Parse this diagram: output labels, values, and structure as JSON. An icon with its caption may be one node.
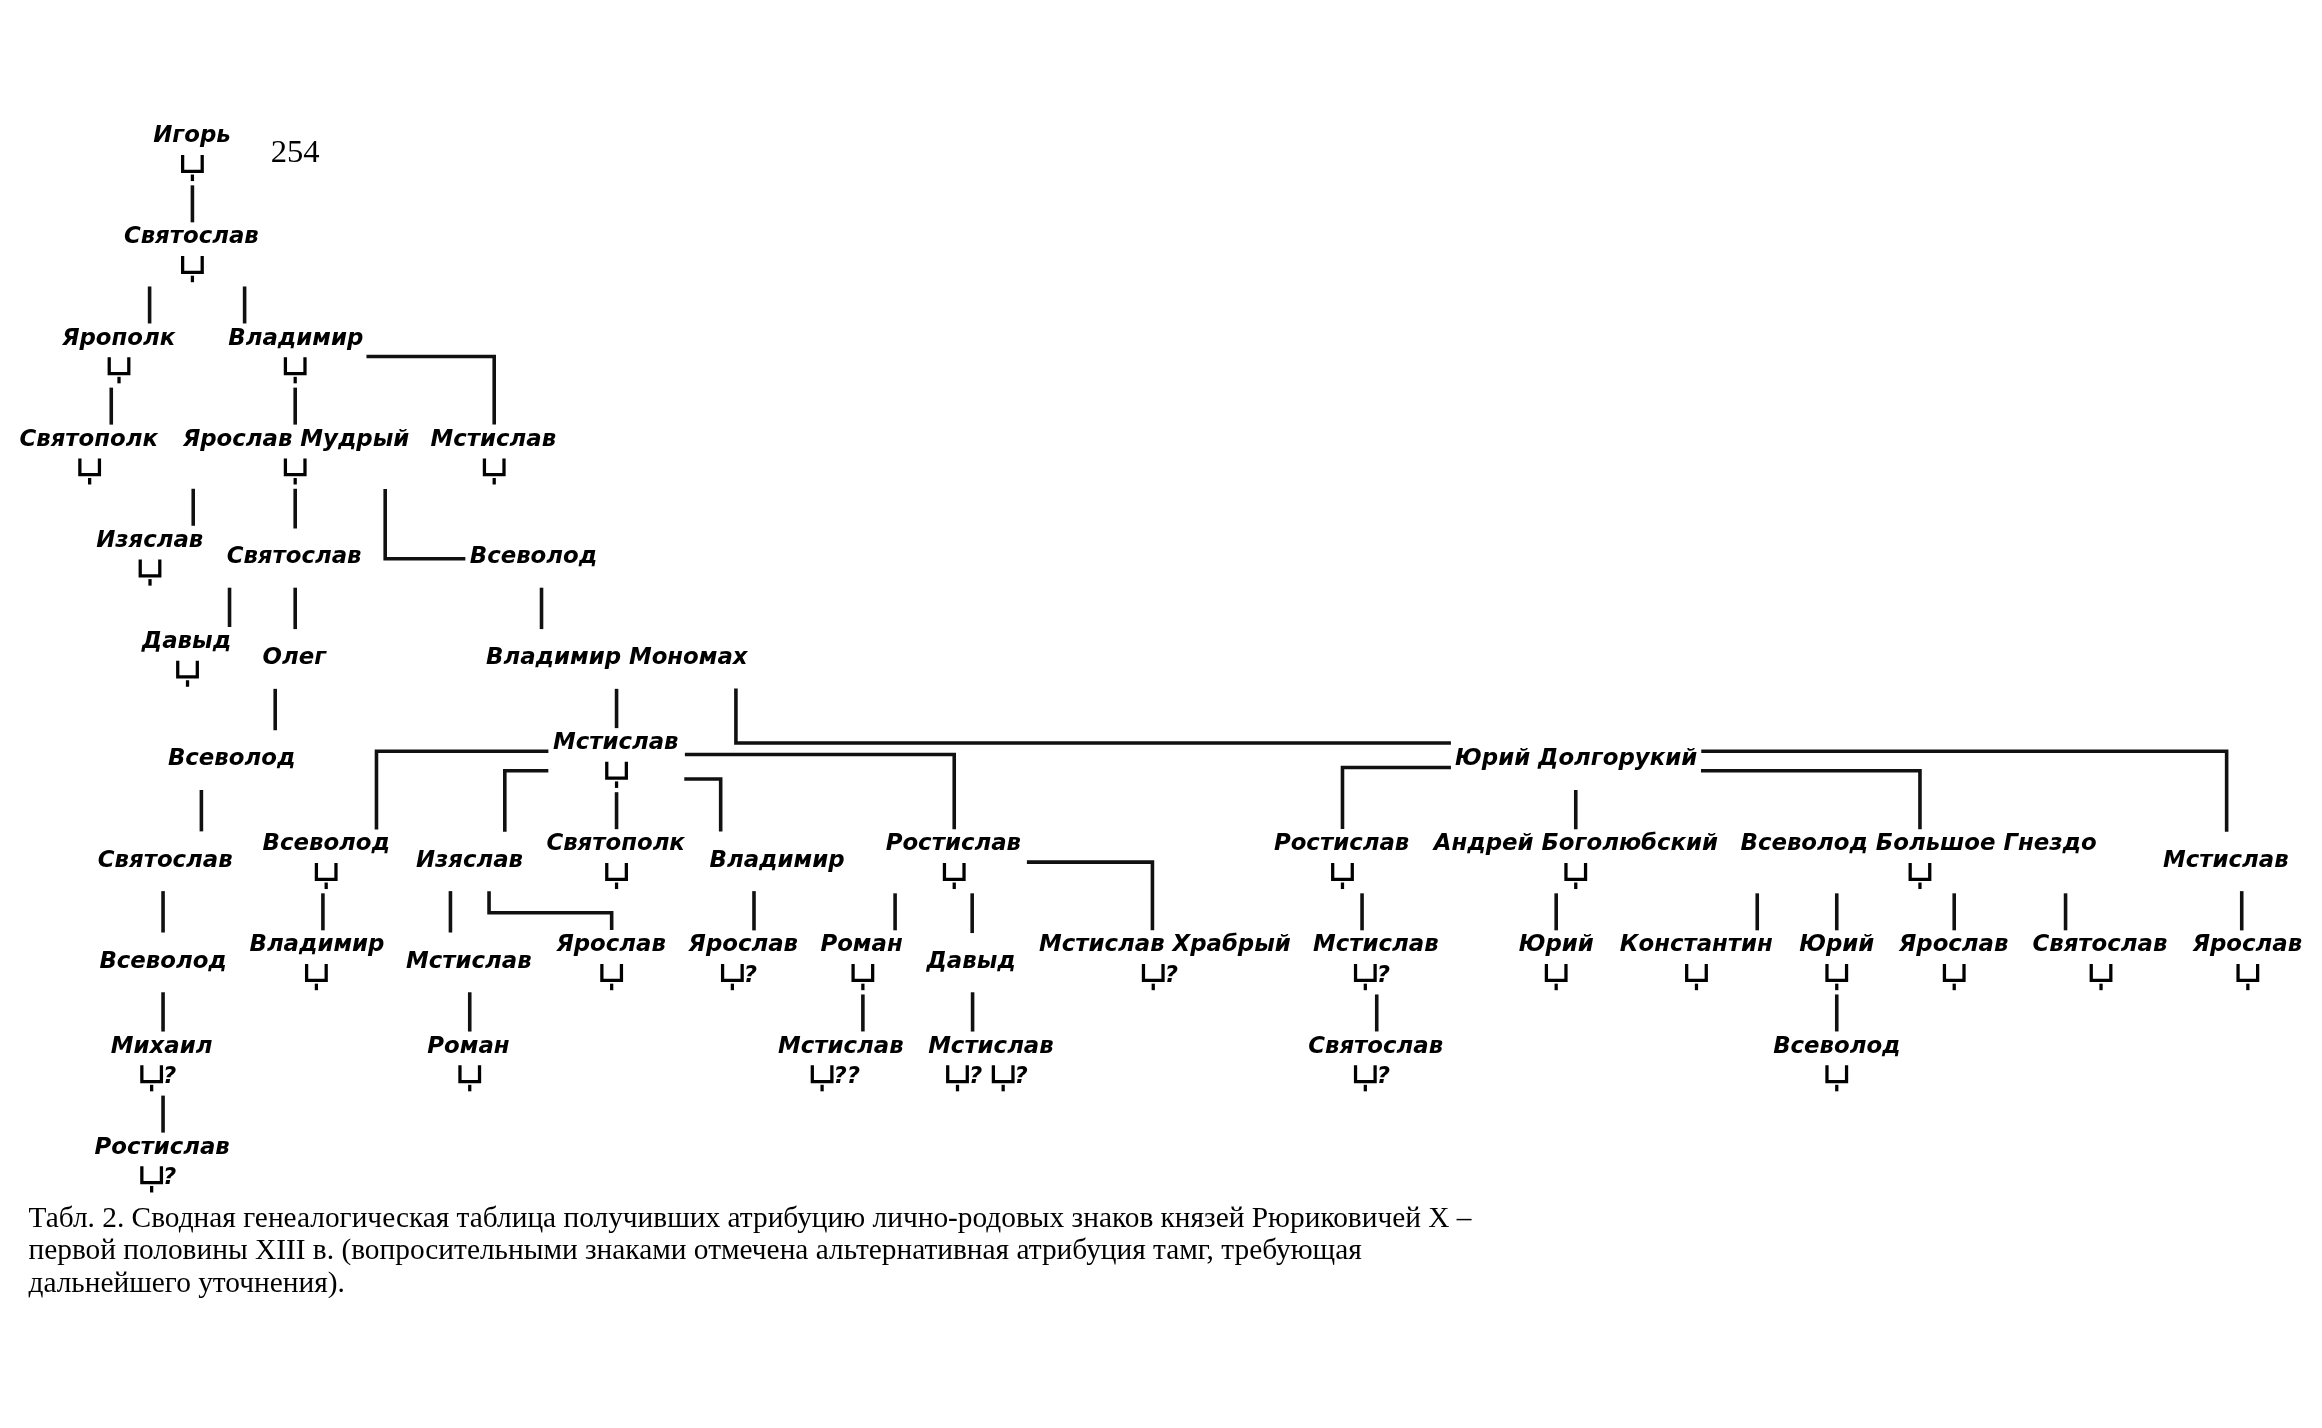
{
  "diagram": {
    "caption": "Табл. 2. Сводная генеалогическая таблица получивших атрибуцию лично-родовых знаков князей Рюриковичей X – первой половины XIII в. (вопросительными знаками отмечена альтернативная атрибуция тамг, требующая дальнейшего уточнения).",
    "nodes": [
      {
        "text": [
          "Игорь"
        ]
      },
      {
        "text": [
          "Святослав"
        ]
      },
      {
        "text": [
          "Ярополк"
        ]
      },
      {
        "text": [
          "Владимир"
        ]
      },
      {
        "text": [
          "Святополк"
        ]
      },
      {
        "text": [
          "Ярослав Мудрый"
        ]
      },
      {
        "text": [
          "Мстислав"
        ]
      },
      {
        "text": [
          "Изяслав"
        ]
      },
      {
        "text": [
          "Святослав"
        ]
      },
      {
        "text": [
          "Всеволод"
        ]
      },
      {
        "text": [
          "Давыд"
        ]
      },
      {
        "text": [
          "Олег"
        ]
      },
      {
        "text": [
          "Владимир Мономах"
        ]
      },
      {
        "text": [
          "Всеволод"
        ]
      },
      {
        "text": [
          "Мстислав"
        ]
      },
      {
        "text": [
          "Юрий Долгорукий"
        ]
      },
      {
        "text": [
          "Ростислав"
        ]
      },
      {
        "text": [
          "Андрей Боголюбский"
        ]
      },
      {
        "text": [
          "Всеволод Большое Гнездо"
        ]
      },
      {
        "text": [
          "Мстислав"
        ]
      },
      {
        "text": [
          "Святослав"
        ]
      },
      {
        "text": [
          "Всеволод"
        ]
      },
      {
        "text": [
          "Изяслав"
        ]
      },
      {
        "text": [
          "Святополк"
        ]
      },
      {
        "text": [
          "Владимир"
        ]
      },
      {
        "text": [
          "Ростислав"
        ]
      },
      {
        "text": [
          "Мстислав",
          "?"
        ]
      },
      {
        "text": [
          "Юрий"
        ]
      },
      {
        "text": [
          "Константин"
        ]
      },
      {
        "text": [
          "Юрий"
        ]
      },
      {
        "text": [
          "Ярослав"
        ]
      },
      {
        "text": [
          "Святослав"
        ]
      },
      {
        "text": [
          "Ярослав"
        ]
      },
      {
        "text": [
          "Всеволод"
        ]
      },
      {
        "text": [
          "Владимир"
        ]
      },
      {
        "text": [
          "Мстислав"
        ]
      },
      {
        "text": [
          "Ярослав"
        ]
      },
      {
        "text": [
          "Ярослав",
          "?"
        ]
      },
      {
        "text": [
          "Роман"
        ]
      },
      {
        "text": [
          "Давыд"
        ]
      },
      {
        "text": [
          "Мстислав Храбрый",
          "?"
        ]
      },
      {
        "text": [
          "Святослав",
          "?"
        ]
      },
      {
        "text": [
          "Всеволод"
        ]
      },
      {
        "text": [
          "Михаил",
          "?"
        ]
      },
      {
        "text": [
          "Роман"
        ]
      },
      {
        "text": [
          "Мстислав",
          "??"
        ]
      },
      {
        "text": [
          "Мстислав",
          "?",
          "?"
        ]
      },
      {
        "text": [
          "Ростислав",
          "?"
        ]
      }
    ],
    "edges": [
      {
        "from": 0,
        "to": 1,
        "arrow": "none"
      },
      {
        "from": 1,
        "to": 2,
        "arrow": "none"
      },
      {
        "from": 1,
        "to": 3,
        "arrow": "none"
      },
      {
        "from": 2,
        "to": 4,
        "arrow": "none"
      },
      {
        "from": 3,
        "to": 5,
        "arrow": "none"
      },
      {
        "from": 3,
        "to": 6,
        "arrow": "none"
      },
      {
        "from": 5,
        "to": 7,
        "arrow": "none"
      },
      {
        "from": 5,
        "to": 8,
        "arrow": "none"
      },
      {
        "from": 5,
        "to": 9,
        "arrow": "none"
      },
      {
        "from": 8,
        "to": 10,
        "arrow": "none"
      },
      {
        "from": 8,
        "to": 11,
        "arrow": "none"
      },
      {
        "from": 9,
        "to": 12,
        "arrow": "none"
      },
      {
        "from": 11,
        "to": 13,
        "arrow": "none"
      },
      {
        "from": 12,
        "to": 14,
        "arrow": "none"
      },
      {
        "from": 12,
        "to": 15,
        "arrow": "none"
      },
      {
        "from": 13,
        "to": 20,
        "arrow": "none"
      },
      {
        "from": 14,
        "to": 21,
        "arrow": "none"
      },
      {
        "from": 14,
        "to": 22,
        "arrow": "none"
      },
      {
        "from": 14,
        "to": 23,
        "arrow": "none"
      },
      {
        "from": 14,
        "to": 24,
        "arrow": "none"
      },
      {
        "from": 14,
        "to": 25,
        "arrow": "none"
      },
      {
        "from": 15,
        "to": 16,
        "arrow": "none"
      },
      {
        "from": 15,
        "to": 17,
        "arrow": "none"
      },
      {
        "from": 15,
        "to": 18,
        "arrow": "none"
      },
      {
        "from": 15,
        "to": 19,
        "arrow": "none"
      },
      {
        "from": 16,
        "to": 26,
        "arrow": "none"
      },
      {
        "from": 17,
        "to": 27,
        "arrow": "none"
      },
      {
        "from": 18,
        "to": 28,
        "arrow": "none"
      },
      {
        "from": 18,
        "to": 29,
        "arrow": "none"
      },
      {
        "from": 18,
        "to": 30,
        "arrow": "none"
      },
      {
        "from": 18,
        "to": 31,
        "arrow": "none"
      },
      {
        "from": 19,
        "to": 32,
        "arrow": "none"
      },
      {
        "from": 20,
        "to": 33,
        "arrow": "none"
      },
      {
        "from": 21,
        "to": 34,
        "arrow": "none"
      },
      {
        "from": 22,
        "to": 35,
        "arrow": "none"
      },
      {
        "from": 22,
        "to": 36,
        "arrow": "none"
      },
      {
        "from": 24,
        "to": 37,
        "arrow": "none"
      },
      {
        "from": 25,
        "to": 38,
        "arrow": "none"
      },
      {
        "from": 25,
        "to": 39,
        "arrow": "none"
      },
      {
        "from": 25,
        "to": 40,
        "arrow": "none"
      },
      {
        "from": 26,
        "to": 41,
        "arrow": "none"
      },
      {
        "from": 29,
        "to": 42,
        "arrow": "none"
      },
      {
        "from": 33,
        "to": 43,
        "arrow": "none"
      },
      {
        "from": 35,
        "to": 44,
        "arrow": "none"
      },
      {
        "from": 38,
        "to": 45,
        "arrow": "none"
      },
      {
        "from": 39,
        "to": 46,
        "arrow": "none"
      },
      {
        "from": 43,
        "to": 47,
        "arrow": "none"
      }
    ],
    "labels": [
      "254"
    ]
  }
}
